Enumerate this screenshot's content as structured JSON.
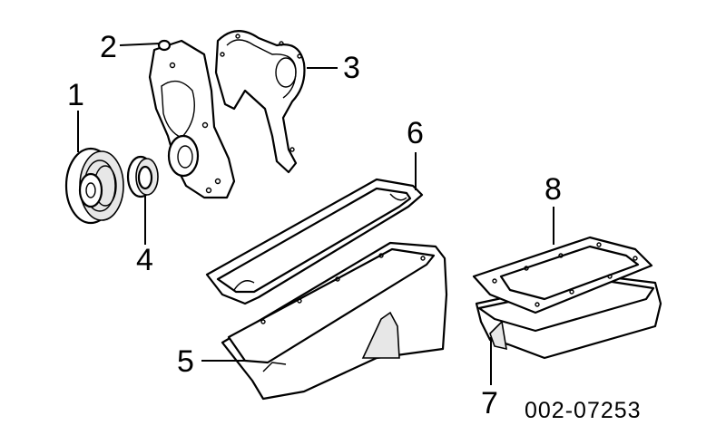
{
  "callouts": {
    "c1": "1",
    "c2": "2",
    "c3": "3",
    "c4": "4",
    "c5": "5",
    "c6": "6",
    "c7": "7",
    "c8": "8"
  },
  "reference_code": "002-07253"
}
